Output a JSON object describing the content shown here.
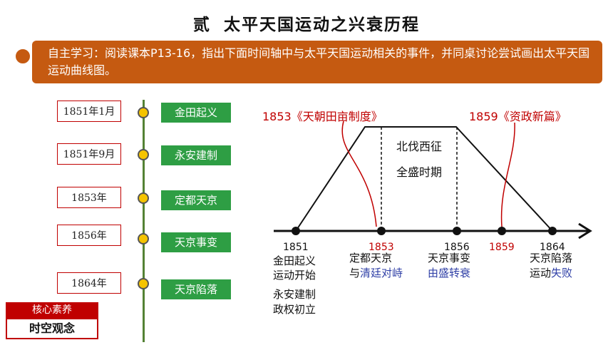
{
  "title": {
    "number": "贰",
    "text": "太平天国运动之兴衰历程"
  },
  "banner": {
    "text": "自主学习：阅读课本P13-16，指出下面时间轴中与太平天国运动相关的事件，并同桌讨论尝试画出太平天国运动曲线图。"
  },
  "timeline": [
    {
      "date": "1851年1月",
      "event": "金田起义"
    },
    {
      "date": "1851年9月",
      "event": "永安建制"
    },
    {
      "date": "1853年",
      "event": "定都天京"
    },
    {
      "date": "1856年",
      "event": "天京事变"
    },
    {
      "date": "1864年",
      "event": "天京陷落"
    }
  ],
  "core": {
    "label": "核心素养",
    "value": "时空观念"
  },
  "curve": {
    "doc_1853": "1853《天朝田亩制度》",
    "doc_1859": "1859《资政新篇》",
    "peak_line1": "北伐西征",
    "peak_line2": "全盛时期",
    "year_1851": "1851",
    "year_1853": "1853",
    "year_1856": "1856",
    "year_1859": "1859",
    "year_1864": "1864",
    "c1851_a": "金田起义",
    "c1851_b": "运动开始",
    "c1851_c": "永安建制",
    "c1851_d": "政权初立",
    "c1853_a": "定都天京",
    "c1853_b_prefix": "与",
    "c1853_b_em": "清廷对峙",
    "c1856_a": "天京事变",
    "c1856_b": "由盛转衰",
    "c1864_a": "天京陷落",
    "c1864_b_prefix": "运动",
    "c1864_b_em": "失败"
  },
  "colors": {
    "banner": "#c55a11",
    "event_green": "#2e9e44",
    "red": "#c00000",
    "blue": "#2f3fa6"
  }
}
